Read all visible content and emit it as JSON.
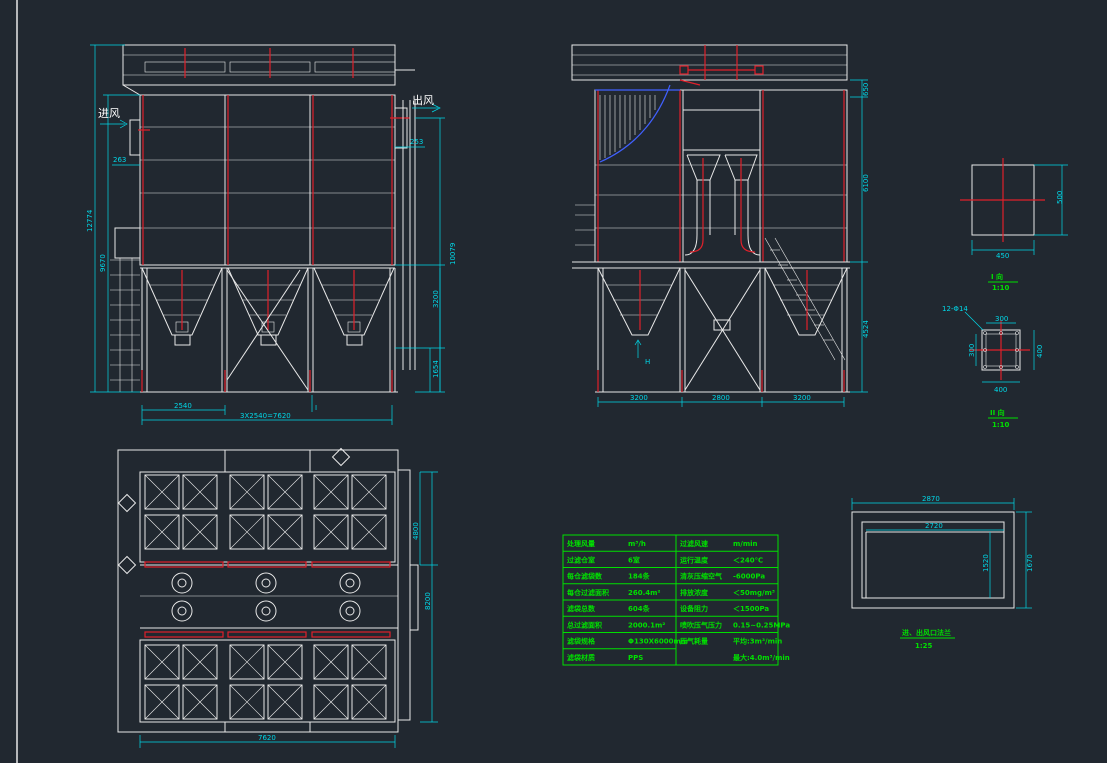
{
  "colors": {
    "background": "#212830",
    "line": "#e8e8e8",
    "red": "#e0202a",
    "cyan": "#00d8e8",
    "green": "#00e000",
    "blue": "#4060ff"
  },
  "front_view": {
    "inlet_label": "进风",
    "outlet_label": "出风",
    "dim_total_height": "12774",
    "dim_body_height": "9670",
    "dim_right_height": "10079",
    "dim_hopper": "3200",
    "dim_leg": "1654",
    "dim_inlet_offset": "263",
    "dim_outlet_offset": "253",
    "dim_bay": "2540",
    "dim_total_width": "3X2540=7620",
    "section_mark": "I"
  },
  "side_view": {
    "dim_top": "650",
    "dim_body": "6100",
    "dim_lower": "4524",
    "dim_left": "3200",
    "dim_middle": "2800",
    "dim_right": "3200",
    "section_mark": "H"
  },
  "detail_i": {
    "dim_height": "500",
    "dim_width": "450",
    "title": "I 向",
    "scale": "1:10"
  },
  "detail_ii": {
    "hole_note": "12-Φ14",
    "dim_top": "300",
    "dim_left": "300",
    "dim_right": "400",
    "dim_bottom": "400",
    "title": "II 向",
    "scale": "1:10"
  },
  "plan_view": {
    "dim_upper": "4800",
    "dim_total": "8200",
    "dim_width": "7620"
  },
  "flange": {
    "dim_outer_width": "2870",
    "dim_inner_width": "2720",
    "dim_inner_height": "1520",
    "dim_outer_height": "1670",
    "title": "进、出风口法兰",
    "scale": "1:25"
  },
  "spec_table": {
    "rows": [
      [
        "处理风量",
        "m³/h",
        "过滤风速",
        "m/min"
      ],
      [
        "过滤仓室",
        "6室",
        "运行温度",
        "＜240℃"
      ],
      [
        "每仓滤袋数",
        "184条",
        "清灰压缩空气",
        "-6000Pa"
      ],
      [
        "每仓过滤面积",
        "260.4m²",
        "排放浓度",
        "＜50mg/m³"
      ],
      [
        "滤袋总数",
        "604条",
        "设备阻力",
        "＜1500Pa"
      ],
      [
        "总过滤面积",
        "2000.1m²",
        "喷吹压气压力",
        "0.15~0.25MPa"
      ],
      [
        "滤袋规格",
        "Φ130X6000mm",
        "压气耗量",
        "平均:3m³/min"
      ],
      [
        "滤袋材质",
        "PPS",
        "",
        "最大:4.0m³/min"
      ]
    ]
  }
}
